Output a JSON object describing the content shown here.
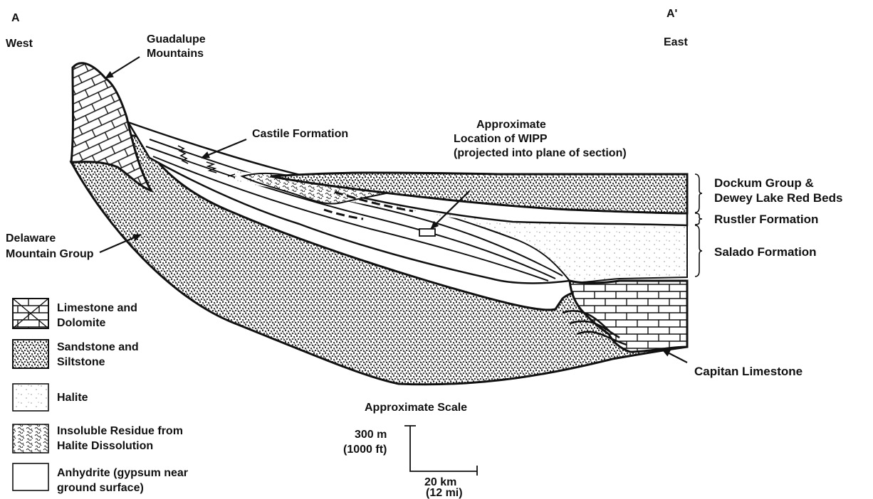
{
  "section": {
    "end_left": "A",
    "end_right": "A'",
    "dir_left": "West",
    "dir_right": "East"
  },
  "labels": {
    "guadalupe": [
      "Guadalupe",
      "Mountains"
    ],
    "castile": "Castile Formation",
    "wipp": [
      "Approximate",
      "Location of WIPP",
      "(projected into plane of section)"
    ],
    "dockum": [
      "Dockum Group &",
      "Dewey Lake Red Beds"
    ],
    "rustler": "Rustler Formation",
    "salado": "Salado Formation",
    "delaware": [
      "Delaware",
      "Mountain Group"
    ],
    "capitan": "Capitan Limestone"
  },
  "legend": [
    {
      "id": "limestone",
      "pattern": "limestone",
      "lines": [
        "Limestone and",
        "Dolomite"
      ]
    },
    {
      "id": "sandstone",
      "pattern": "sandstone",
      "lines": [
        "Sandstone and",
        "Siltstone"
      ]
    },
    {
      "id": "halite",
      "pattern": "halite",
      "lines": [
        "Halite"
      ]
    },
    {
      "id": "residue",
      "pattern": "residue",
      "lines": [
        "Insoluble Residue from",
        "Halite Dissolution"
      ]
    },
    {
      "id": "anhydrite",
      "pattern": "anhydrite",
      "lines": [
        "Anhydrite (gypsum near",
        "ground surface)"
      ]
    }
  ],
  "scale": {
    "title": "Approximate Scale",
    "vertical": [
      "300 m",
      "(1000 ft)"
    ],
    "horizontal": [
      "20 km",
      "(12 mi)"
    ]
  }
}
